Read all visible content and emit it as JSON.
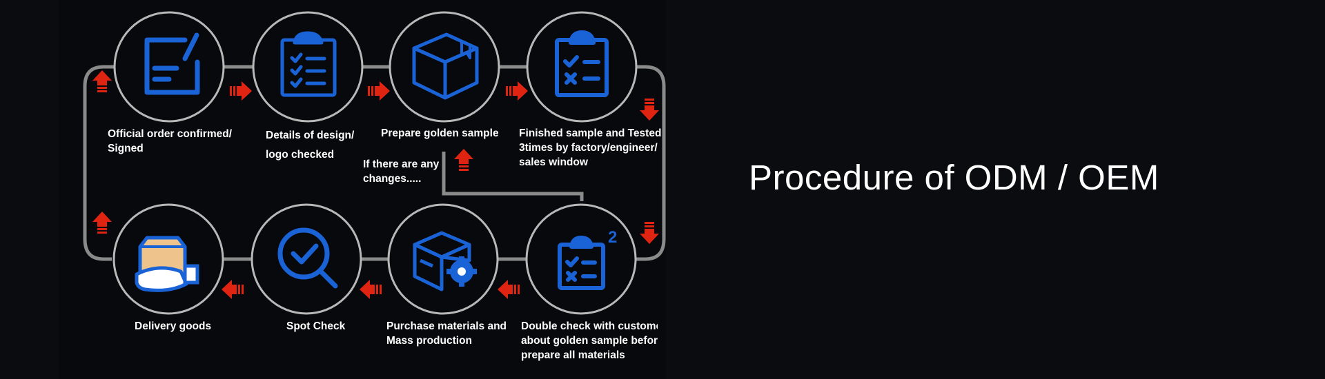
{
  "title": "Procedure of ODM / OEM",
  "steps": [
    {
      "id": "official-order",
      "icon": "edit-document-icon",
      "lines": [
        "Official order confirmed/",
        "Signed"
      ]
    },
    {
      "id": "design-check",
      "icon": "checklist-clipboard-icon",
      "lines": [
        "Details of design/",
        "logo checked"
      ]
    },
    {
      "id": "golden-sample",
      "icon": "box-icon",
      "lines": [
        "Prepare golden sample"
      ]
    },
    {
      "id": "finished-sample",
      "icon": "check-x-clipboard-icon",
      "lines": [
        "Finished sample and Tested",
        "3times by factory/engineer/",
        "sales window"
      ]
    },
    {
      "id": "double-check",
      "icon": "check-x-clipboard-squared-icon",
      "lines": [
        "Double check with customer",
        "about golden sample before",
        "prepare all materials"
      ]
    },
    {
      "id": "mass-production",
      "icon": "box-gear-icon",
      "lines": [
        "Purchase materials and",
        "Mass production"
      ]
    },
    {
      "id": "spot-check",
      "icon": "magnifier-check-icon",
      "lines": [
        "Spot Check"
      ]
    },
    {
      "id": "delivery",
      "icon": "hand-box-icon",
      "lines": [
        "Delivery goods"
      ]
    }
  ],
  "changes_note": [
    "If there are any",
    "changes....."
  ],
  "superscript": "2",
  "colors": {
    "icon": "#1a63d6",
    "arrow": "#e02412",
    "ring": "#b8b8b8",
    "line": "#8a8a8a",
    "box": "#efc48c"
  }
}
